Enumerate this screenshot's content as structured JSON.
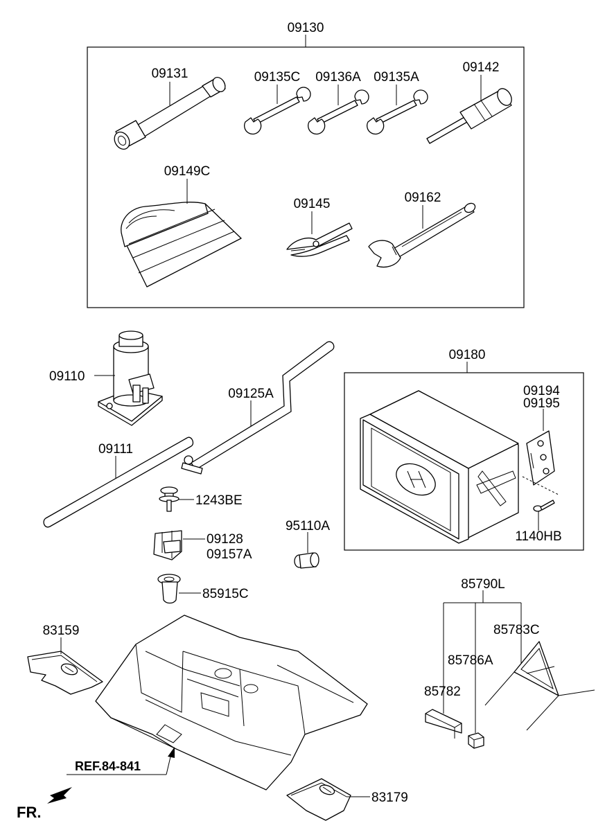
{
  "labels": {
    "tool_kit": "09130",
    "wheel_wrench": "09131",
    "spanner_c": "09135C",
    "spanner_a": "09136A",
    "spanner_2": "09135A",
    "screwdriver": "09142",
    "tool_bag": "09149C",
    "pliers": "09145",
    "adjustable_wrench": "09162",
    "jack": "09110",
    "jack_handle": "09125A",
    "jack_rod": "09111",
    "bolt": "1243BE",
    "clip_1": "09128",
    "clip_2": "09157A",
    "grommet": "85915C",
    "plug": "95110A",
    "first_aid_box": "09180",
    "bracket_1": "09194",
    "bracket_2": "09195",
    "screw": "1140HB",
    "warning_kit": "85790L",
    "triangle": "85783C",
    "pouch": "85786A",
    "lamp": "85782",
    "mat_front": "83159",
    "mat_rear": "83179",
    "floor_ref": "REF.84-841",
    "front_marker": "FR."
  }
}
